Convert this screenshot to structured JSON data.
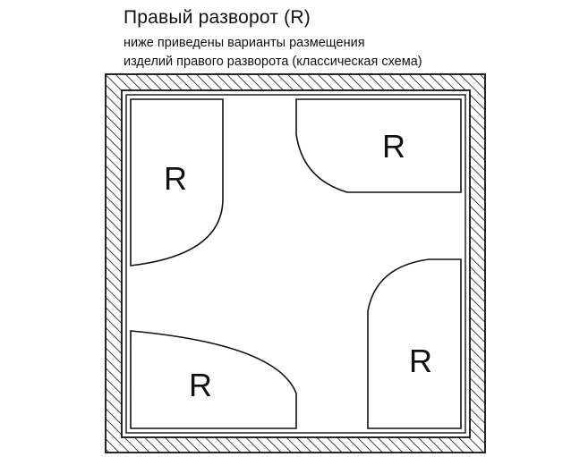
{
  "header": {
    "title": "Правый разворот (R)",
    "subtitle_line1": "ниже приведены варианты размещения",
    "subtitle_line2": "изделий правого разворота (классическая схема)"
  },
  "diagram": {
    "placements": [
      {
        "label": "R"
      },
      {
        "label": "R"
      },
      {
        "label": "R"
      },
      {
        "label": "R"
      }
    ],
    "colors": {
      "stroke": "#111111",
      "background": "#ffffff"
    }
  }
}
